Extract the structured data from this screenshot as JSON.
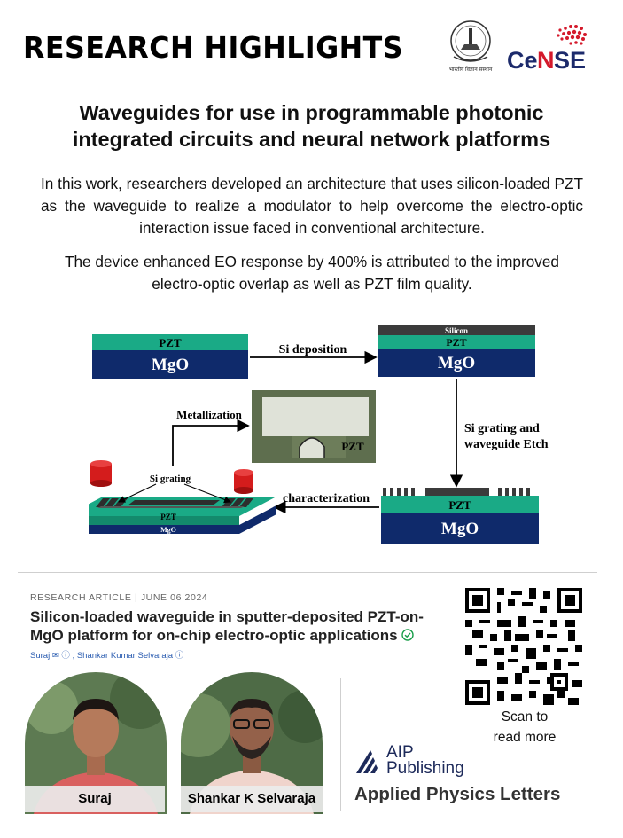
{
  "header": {
    "title": "RESEARCH HIGHLIGHTS",
    "iisc_caption": "भारतीय विज्ञान संस्थान",
    "cense_logo_text": "CeNSE"
  },
  "headline": {
    "line1": "Waveguides for use in programmable photonic",
    "line2": "integrated circuits and neural network platforms"
  },
  "paragraphs": [
    "In this work, researchers developed an architecture that uses silicon-loaded PZT as the waveguide to realize a modulator to help overcome the electro-optic interaction issue faced in conventional architecture.",
    "The device enhanced EO response by 400% is attributed to the improved electro-optic overlap as well as PZT film quality."
  ],
  "diagram": {
    "step1_pzt": "PZT",
    "step1_mgo": "MgO",
    "arrow1": "Si deposition",
    "step2_si": "Silicon",
    "step2_pzt": "PZT",
    "step2_mgo": "MgO",
    "arrow2_line1": "Si grating and",
    "arrow2_line2": "waveguide Etch",
    "step3_pzt": "PZT",
    "step3_mgo": "MgO",
    "arrow3": "characterization",
    "device_grating": "Si grating",
    "device_pzt": "PZT",
    "device_mgo": "MgO",
    "arrow4": "Metallization",
    "micro_pzt": "PZT"
  },
  "article": {
    "type": "RESEARCH ARTICLE",
    "separator": "|",
    "date": "JUNE 06 2024",
    "title": "Silicon-loaded waveguide in sputter-deposited PZT-on-MgO platform for on-chip electro-optic applications",
    "authors": "Suraj ✉ ⓘ ; Shankar Kumar Selvaraja ⓘ"
  },
  "qr": {
    "scan_line1": "Scan to",
    "scan_line2": "read more"
  },
  "people": [
    {
      "name": "Suraj"
    },
    {
      "name": "Shankar K Selvaraja"
    }
  ],
  "publisher": {
    "line1": "AIP",
    "line2": "Publishing",
    "journal": "Applied Physics Letters"
  },
  "colors": {
    "pzt_teal": "#1aaa86",
    "mgo_navy": "#0f2a6b",
    "silicon_dark": "#3b3b3b",
    "cense_red": "#d4192b",
    "cense_navy": "#1c2a6b",
    "aip_navy": "#1d2a5a",
    "author_link": "#2a5cb0"
  }
}
